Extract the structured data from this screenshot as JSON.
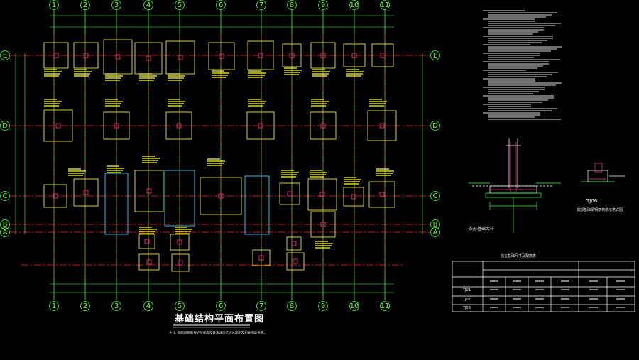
{
  "drawing": {
    "title": "基础结构平面布置图",
    "subtitle_note": "注:1. 基础梁钢筋保护层厚度及做法详见结构总说明及相关图集要求。",
    "column_axes": [
      "1",
      "2",
      "3",
      "4",
      "5",
      "6",
      "7",
      "8",
      "9",
      "10",
      "11"
    ],
    "row_axes": [
      "E",
      "D",
      "C",
      "B",
      "A"
    ],
    "detail_label": "条形基础大样",
    "detail_label_2": "TJ06",
    "detail_caption_2": "端部基础梁钢筋构造示意详图",
    "table_title": "独立基础尺寸及配筋表",
    "table_rows": [
      "TJ01",
      "TJ02",
      "TJ03"
    ]
  },
  "colors": {
    "background": "#000000",
    "grid_red": "#ff2020",
    "axis_green": "#33ff33",
    "footing_yellow": "#ffff33",
    "column_magenta": "#ff3399",
    "beam_cyan": "#33ccff",
    "text_white": "#ffffff"
  }
}
